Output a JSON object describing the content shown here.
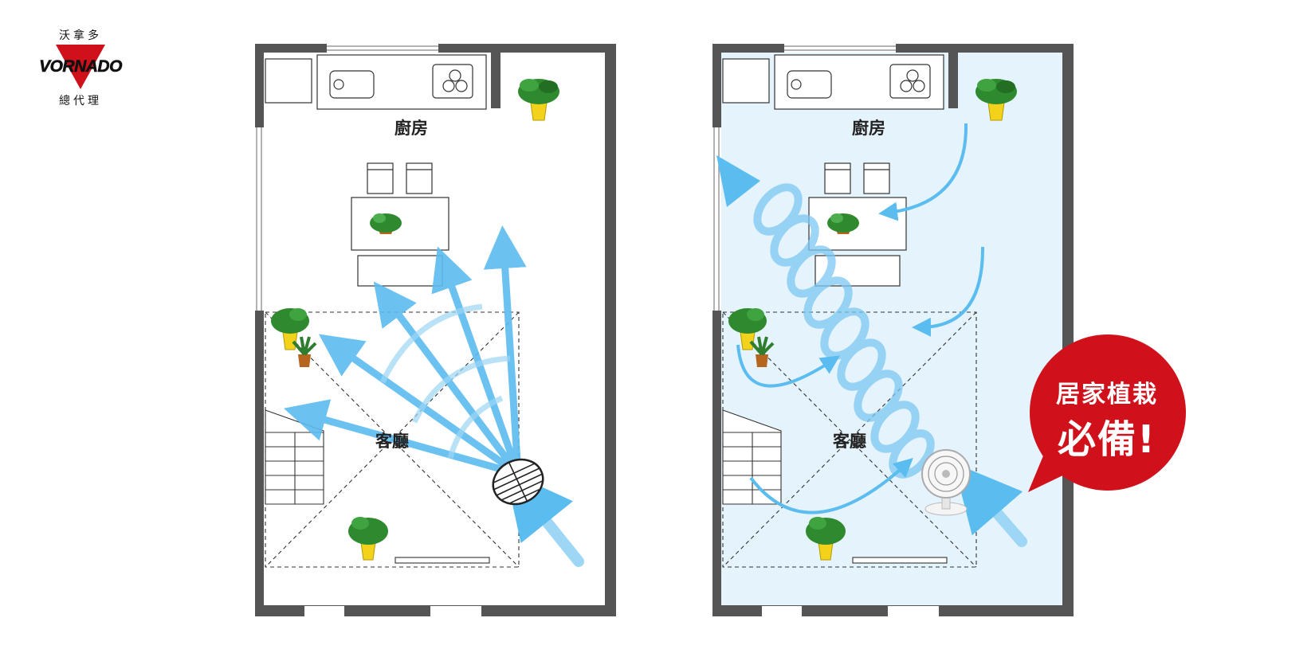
{
  "brand": {
    "name": "VORNADO",
    "top_text": "沃拿多",
    "bottom_text": "總代理",
    "red": "#d0111b"
  },
  "left_plan": {
    "kitchen_label": "廚房",
    "living_label": "客廳"
  },
  "right_plan": {
    "kitchen_label": "廚房",
    "living_label": "客廳"
  },
  "badge": {
    "line1": "居家植栽",
    "line2": "必備!",
    "color": "#d0111b"
  },
  "colors": {
    "airflow": "#5bbcf0",
    "wall": "#555555",
    "room_tint": "#e4f3fc"
  }
}
